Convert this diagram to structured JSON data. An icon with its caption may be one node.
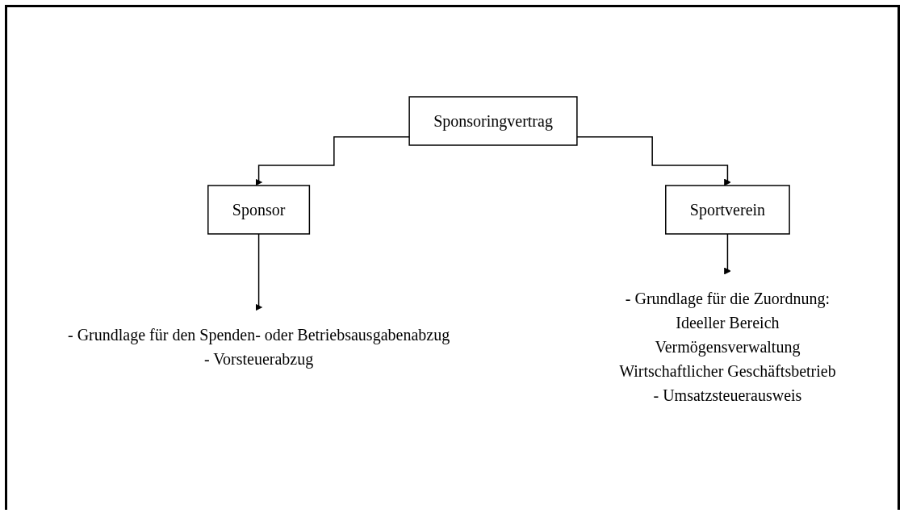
{
  "diagram": {
    "nodes": [
      {
        "text": [
          "Sponsoringvertrag"
        ]
      },
      {
        "text": [
          "Sponsor"
        ]
      },
      {
        "text": [
          "Sportverein"
        ]
      },
      {
        "text": [
          "- Grundlage für den Spenden- oder Betriebsausgabenabzug",
          "- Vorsteuerabzug"
        ]
      },
      {
        "text": [
          "- Grundlage für die Zuordnung:",
          "Ideeller Bereich",
          "Vermögensverwaltung",
          "Wirtschaftlicher Geschäftsbetrieb",
          "- Umsatzsteuerausweis"
        ]
      }
    ],
    "edges": [
      {
        "from": 0,
        "to": 1,
        "arrow": "to"
      },
      {
        "from": 0,
        "to": 2,
        "arrow": "to"
      },
      {
        "from": 1,
        "to": 3,
        "arrow": "to"
      },
      {
        "from": 2,
        "to": 4,
        "arrow": "to"
      }
    ]
  }
}
